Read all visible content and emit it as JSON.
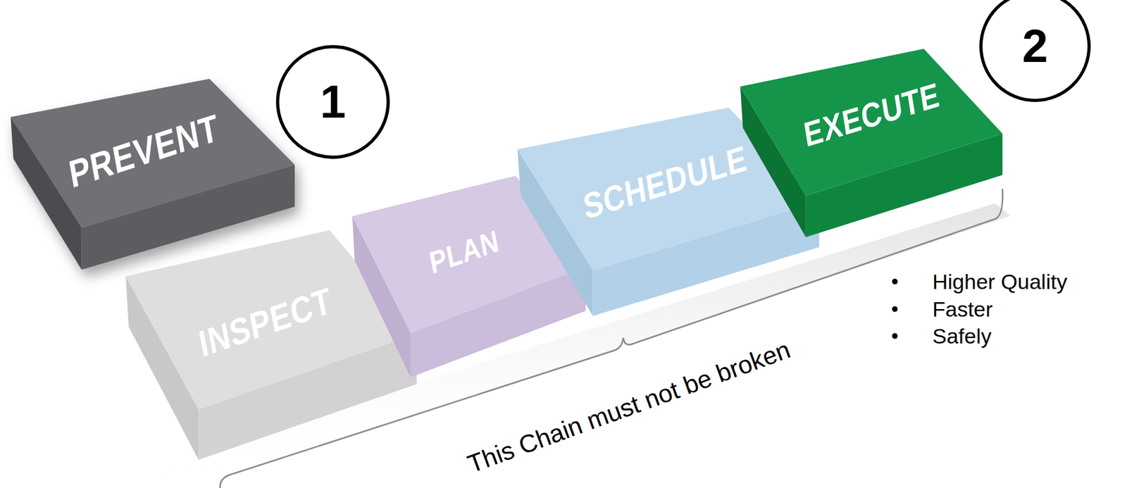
{
  "diagram": {
    "nodes": [
      {
        "text": [
          "PREVENT"
        ]
      },
      {
        "text": [
          "1"
        ]
      },
      {
        "text": [
          "INSPECT"
        ]
      },
      {
        "text": [
          "PLAN"
        ]
      },
      {
        "text": [
          "SCHEDULE"
        ]
      },
      {
        "text": [
          "EXECUTE"
        ]
      },
      {
        "text": [
          "2"
        ]
      }
    ],
    "labels": [
      "This Chain must not be broken",
      "Higher Quality",
      "Faster",
      "Safely"
    ]
  }
}
